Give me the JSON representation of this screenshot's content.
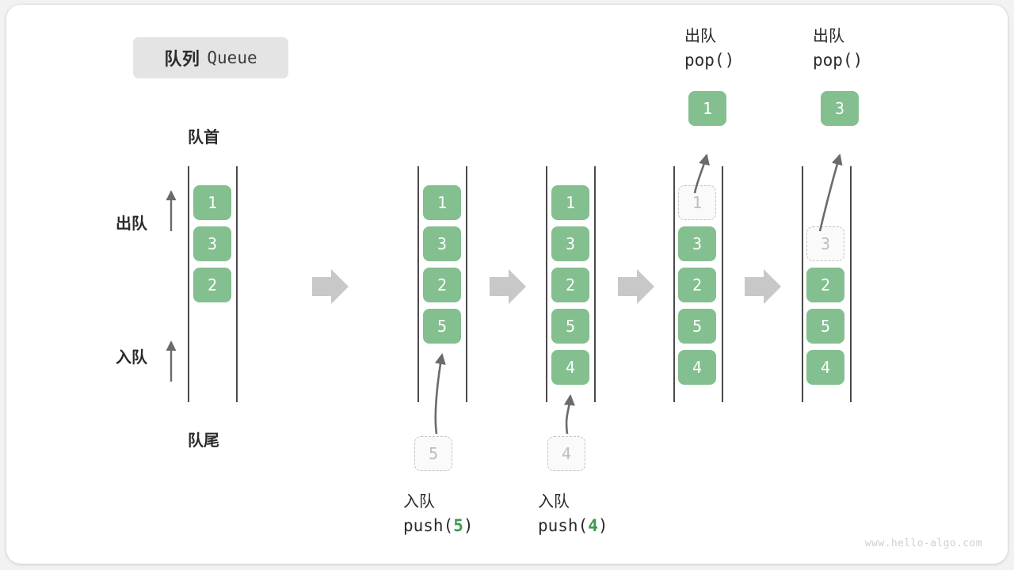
{
  "title": {
    "cn": "队列",
    "en": "Queue"
  },
  "labels": {
    "front": "队首",
    "rear": "队尾",
    "dequeue_side": "出队",
    "enqueue_side": "入队"
  },
  "watermark": "www.hello-algo.com",
  "colors": {
    "cell_fill": "#83bf8f",
    "cell_text": "#ffffff",
    "ghost_fill": "#fafafa",
    "ghost_border": "#c2c2c2",
    "ghost_text": "#bdbdbd",
    "rail": "#4a4a4a",
    "step_arrow": "#c8c8c8",
    "accent_number": "#3c9a52",
    "canvas": "#ffffff",
    "page": "#f2f2f2",
    "chip_bg": "#e4e4e4"
  },
  "columns": [
    {
      "id": "initial",
      "cells": [
        {
          "value": "1",
          "state": "filled"
        },
        {
          "value": "3",
          "state": "filled"
        },
        {
          "value": "2",
          "state": "filled"
        }
      ],
      "operation": null,
      "incoming": null,
      "popped": null
    },
    {
      "id": "after-push-5",
      "cells": [
        {
          "value": "1",
          "state": "filled"
        },
        {
          "value": "3",
          "state": "filled"
        },
        {
          "value": "2",
          "state": "filled"
        },
        {
          "value": "5",
          "state": "filled"
        }
      ],
      "operation": {
        "cn": "入队",
        "code_prefix": "push(",
        "code_num": "5",
        "code_suffix": ")"
      },
      "incoming": {
        "value": "5",
        "state": "ghost"
      },
      "popped": null
    },
    {
      "id": "after-push-4",
      "cells": [
        {
          "value": "1",
          "state": "filled"
        },
        {
          "value": "3",
          "state": "filled"
        },
        {
          "value": "2",
          "state": "filled"
        },
        {
          "value": "5",
          "state": "filled"
        },
        {
          "value": "4",
          "state": "filled"
        }
      ],
      "operation": {
        "cn": "入队",
        "code_prefix": "push(",
        "code_num": "4",
        "code_suffix": ")"
      },
      "incoming": {
        "value": "4",
        "state": "ghost"
      },
      "popped": null
    },
    {
      "id": "after-pop-1",
      "cells": [
        {
          "value": "1",
          "state": "ghost"
        },
        {
          "value": "3",
          "state": "filled"
        },
        {
          "value": "2",
          "state": "filled"
        },
        {
          "value": "5",
          "state": "filled"
        },
        {
          "value": "4",
          "state": "filled"
        }
      ],
      "operation": {
        "cn": "出队",
        "code_prefix": "pop(",
        "code_num": "",
        "code_suffix": ")"
      },
      "incoming": null,
      "popped": {
        "value": "1",
        "state": "filled"
      }
    },
    {
      "id": "after-pop-3",
      "cells": [
        {
          "value": "",
          "state": "empty"
        },
        {
          "value": "3",
          "state": "ghost"
        },
        {
          "value": "2",
          "state": "filled"
        },
        {
          "value": "5",
          "state": "filled"
        },
        {
          "value": "4",
          "state": "filled"
        }
      ],
      "operation": {
        "cn": "出队",
        "code_prefix": "pop(",
        "code_num": "",
        "code_suffix": ")"
      },
      "incoming": null,
      "popped": {
        "value": "3",
        "state": "filled"
      }
    }
  ]
}
